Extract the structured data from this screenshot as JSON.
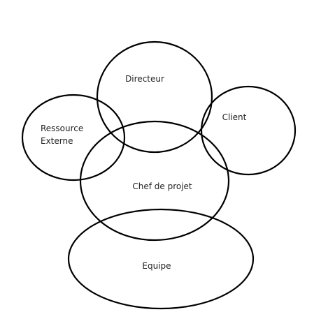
{
  "diagram": {
    "stroke_color": "#000000",
    "text_color": "#222222",
    "background": "#ffffff",
    "nodes": [
      {
        "id": "directeur",
        "label_lines": [
          "Directeur"
        ]
      },
      {
        "id": "ressource-externe",
        "label_lines": [
          "Ressource",
          "Externe"
        ]
      },
      {
        "id": "client",
        "label_lines": [
          "Client"
        ]
      },
      {
        "id": "chef-de-projet",
        "label_lines": [
          "Chef de projet"
        ]
      },
      {
        "id": "equipe",
        "label_lines": [
          "Equipe"
        ]
      }
    ]
  }
}
